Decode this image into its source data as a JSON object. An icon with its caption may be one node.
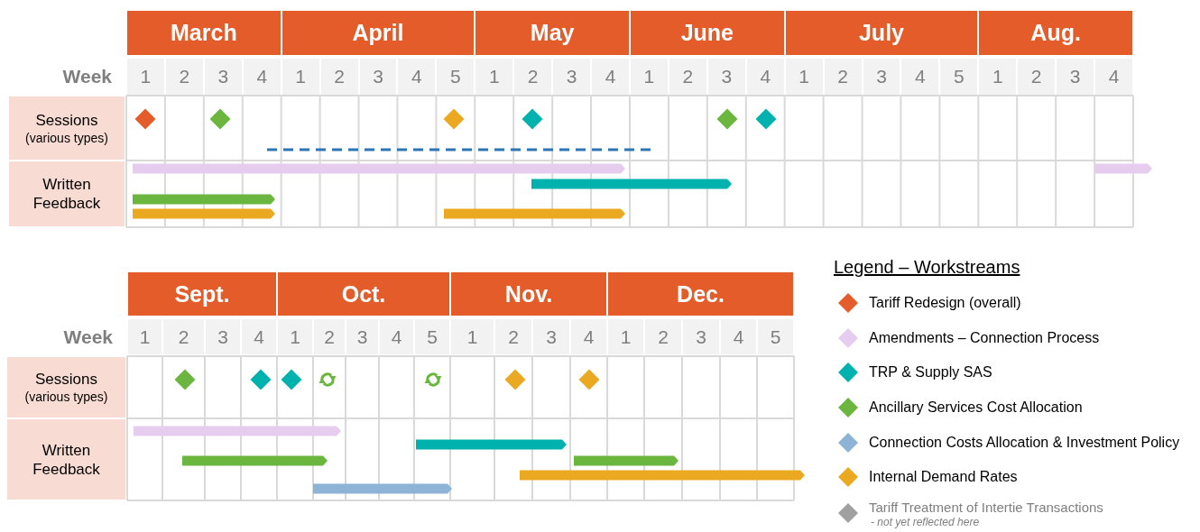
{
  "diagram": {
    "labels": [
      "March",
      "April",
      "May",
      "June",
      "July",
      "Aug.",
      "Week",
      "1",
      "2",
      "3",
      "4",
      "1",
      "2",
      "3",
      "4",
      "5",
      "1",
      "2",
      "3",
      "4",
      "1",
      "2",
      "3",
      "4",
      "1",
      "2",
      "3",
      "4",
      "5",
      "1",
      "2",
      "3",
      "4",
      "Sessions",
      "(various types)",
      "Written Feedback",
      "Sept.",
      "Oct.",
      "Nov.",
      "Dec.",
      "Week",
      "1",
      "2",
      "3",
      "4",
      "1",
      "2",
      "3",
      "4",
      "5",
      "1",
      "2",
      "3",
      "4",
      "1",
      "2",
      "3",
      "4",
      "5",
      "Sessions",
      "(various types)",
      "Written Feedback",
      "Legend – Workstreams"
    ],
    "legend": [
      {
        "text": "Tariff Redesign (overall)",
        "color": "#e55c2b"
      },
      {
        "text": "Amendments – Connection Process",
        "color": "#e6cdef"
      },
      {
        "text": "TRP & Supply SAS",
        "color": "#00b2ae"
      },
      {
        "text": "Ancillary Services Cost Allocation",
        "color": "#6ab63f"
      },
      {
        "text": "Connection Costs Allocation & Investment Policy",
        "color": "#8db4d6"
      },
      {
        "text": "Internal Demand Rates",
        "color": "#eaa920"
      },
      {
        "text": "Tariff Treatment of Intertie Transactions *- not yet reflected here*",
        "color": "#a0a0a0"
      }
    ]
  }
}
